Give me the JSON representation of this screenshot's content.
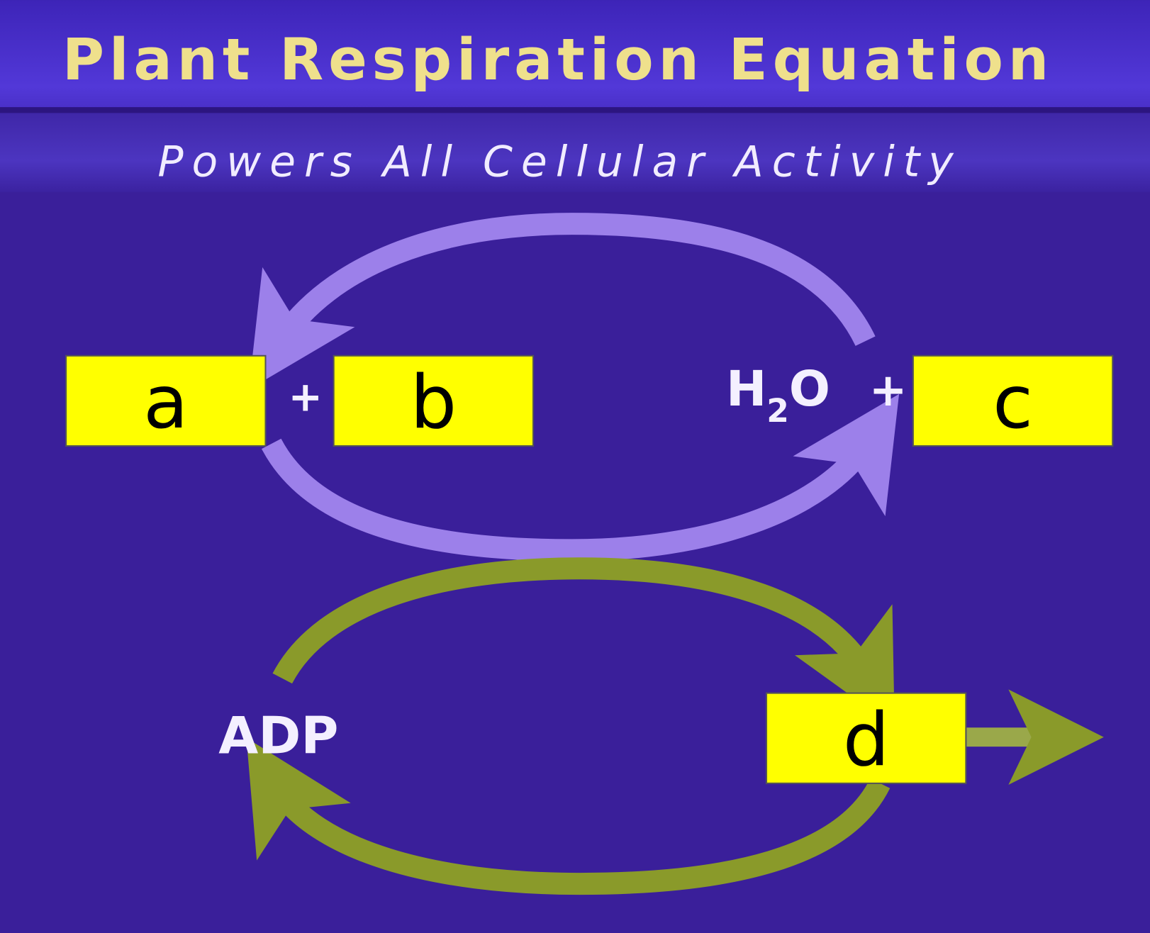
{
  "header": {
    "title": "Plant Respiration Equation",
    "subtitle": "Powers All Cellular Activity"
  },
  "equation": {
    "plus_1": "+",
    "water_main": "H",
    "water_sub": "2",
    "water_tail": "O",
    "plus_2": "+",
    "adp": "ADP"
  },
  "blanks": {
    "a": "a",
    "b": "b",
    "c": "c",
    "d": "d"
  },
  "colors": {
    "background": "#3a1f9a",
    "title_band": "#4a32cf",
    "title_text": "#efe08c",
    "purple_arrow": "#9c80ea",
    "green_arrow": "#8a9a2a",
    "blank_box": "#ffff00"
  }
}
